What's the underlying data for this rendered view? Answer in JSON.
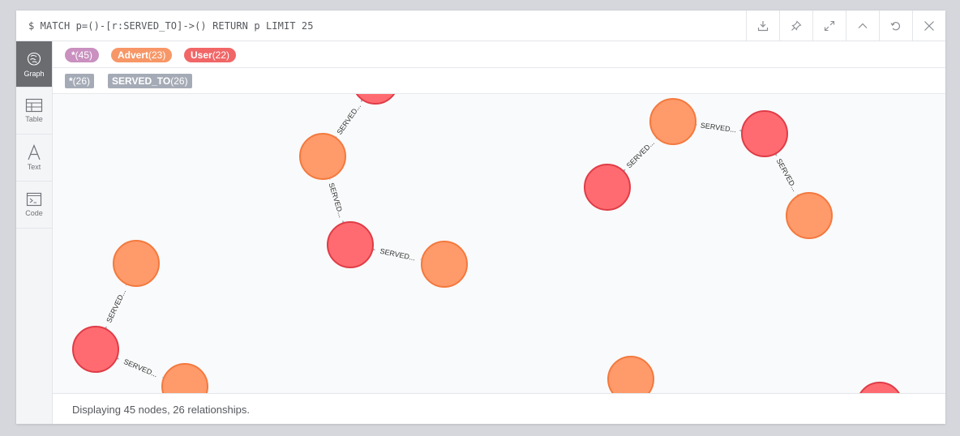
{
  "query": {
    "text": "$ MATCH p=()-[r:SERVED_TO]->() RETURN p LIMIT 25"
  },
  "toolbar": {
    "download_icon": "download-icon",
    "pin_icon": "pin-icon",
    "expand_icon": "expand-icon",
    "collapse_icon": "chevron-up-icon",
    "rerun_icon": "rerun-icon",
    "close_icon": "close-icon"
  },
  "sidebar": {
    "graph": "Graph",
    "table": "Table",
    "text": "Text",
    "code": "Code"
  },
  "labels": [
    {
      "name": "*",
      "count": "(45)",
      "color": "#c990c0"
    },
    {
      "name": "Advert",
      "count": "(23)",
      "color": "#f79767"
    },
    {
      "name": "User",
      "count": "(22)",
      "color": "#f16667"
    }
  ],
  "relationships": [
    {
      "name": "*",
      "count": "(26)"
    },
    {
      "name": "SERVED_TO",
      "count": "(26)"
    }
  ],
  "colors": {
    "advert_fill": "#ff9a6a",
    "advert_stroke": "#f3793e",
    "user_fill": "#ff6b70",
    "user_stroke": "#df3c47",
    "edge": "#a5abb6"
  },
  "graph": {
    "edge_label": "SERVED..."
  },
  "footer": {
    "status": "Displaying 45 nodes, 26 relationships."
  }
}
